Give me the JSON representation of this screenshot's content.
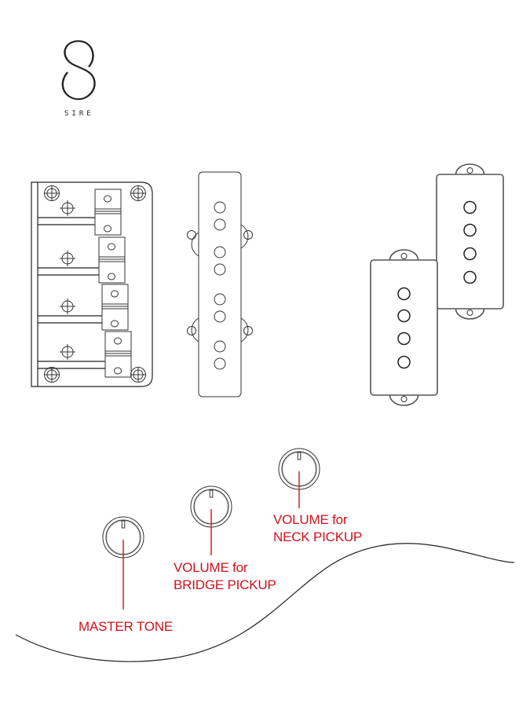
{
  "logo": {
    "mark": "S",
    "brand_text": "SIRE"
  },
  "components": {
    "bridge": {
      "type": "4-saddle bridge",
      "saddles": 4
    },
    "bridge_pickup": {
      "type": "J-style single coil",
      "pole_pieces": 8
    },
    "neck_pickup": {
      "type": "P-style split coil",
      "coils": 2,
      "pole_pieces_per_coil": 4
    }
  },
  "controls": [
    {
      "id": "master-tone",
      "label_lines": [
        "MASTER TONE"
      ]
    },
    {
      "id": "volume-bridge",
      "label_lines": [
        "VOLUME for",
        "BRIDGE PICKUP"
      ]
    },
    {
      "id": "volume-neck",
      "label_lines": [
        "VOLUME for",
        "NECK PICKUP"
      ]
    }
  ],
  "colors": {
    "label": "#d0121b",
    "line": "#222222"
  }
}
